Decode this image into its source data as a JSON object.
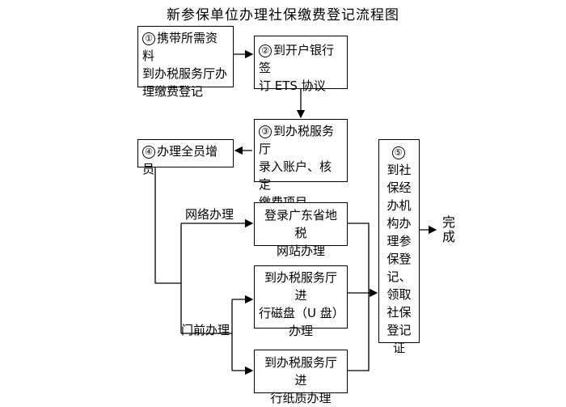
{
  "title": "新参保单位办理社保缴费登记流程图",
  "steps": {
    "s1": {
      "num": "①",
      "line1": "携带所需资料",
      "line2": "到办税服务厅办",
      "line3": "理缴费登记"
    },
    "s2": {
      "num": "②",
      "line1": "到开户银行签",
      "line2": "订 ETS 协议"
    },
    "s3": {
      "num": "③",
      "line1": "到办税服务厅",
      "line2": "录入账户、核定",
      "line3": "缴费项目"
    },
    "s4": {
      "num": "④",
      "line1": "办理全员增员"
    },
    "s5": {
      "num": "⑤",
      "text": "到社保经办机构办理参保登记、领取社保登记证"
    }
  },
  "branches": {
    "online_label": "网络办理",
    "offline_label": "门前办理",
    "online": {
      "line1": "登录广东省地税",
      "line2": "网站办理"
    },
    "disk": {
      "line1": "到办税服务厅进",
      "line2": "行磁盘（U 盘）",
      "line3": "办理"
    },
    "paper": {
      "line1": "到办税服务厅进",
      "line2": "行纸质办理"
    }
  },
  "done": "完成"
}
